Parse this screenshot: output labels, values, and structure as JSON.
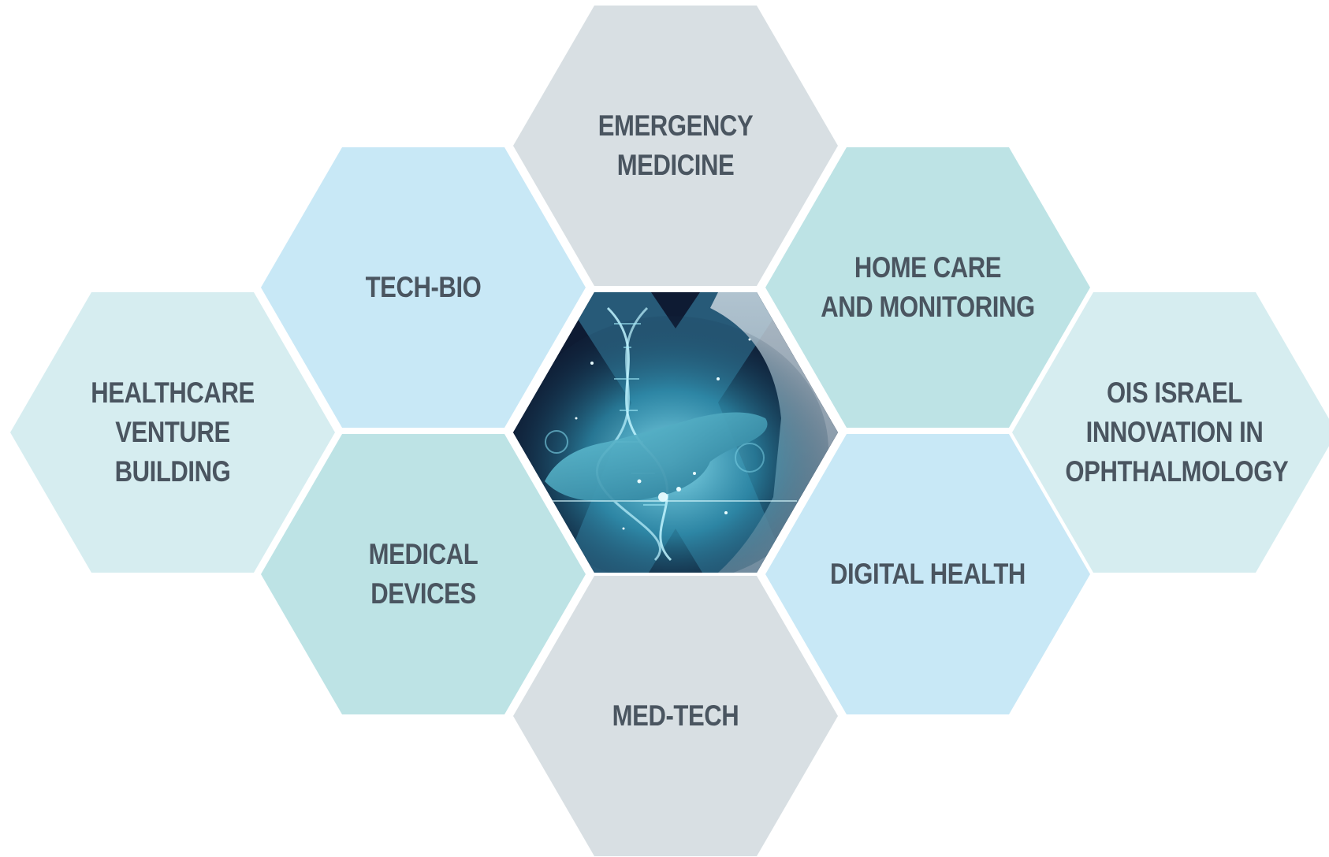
{
  "colors": {
    "text": "#4a5560",
    "gray": "#d8dfe3",
    "light_blue": "#c8e8f6",
    "teal": "#bde3e5",
    "pale_teal": "#d6edf0",
    "center_background": "#0e1b33"
  },
  "hexagons": [
    {
      "key": "emergency-medicine",
      "label": "EMERGENCY\nMEDICINE",
      "color": "#d8dfe3"
    },
    {
      "key": "tech-bio",
      "label": "TECH-BIO",
      "color": "#c8e8f6"
    },
    {
      "key": "home-care-monitoring",
      "label": "HOME CARE\nAND MONITORING",
      "color": "#bde3e5"
    },
    {
      "key": "healthcare-venture-building",
      "label": "HEALTHCARE\nVENTURE BUILDING",
      "color": "#d6edf0"
    },
    {
      "key": "ois-israel-ophthalmology",
      "label": "OIS ISRAEL\nINNOVATION IN\nOPHTHALMOLOGY",
      "color": "#d6edf0"
    },
    {
      "key": "medical-devices",
      "label": "MEDICAL DEVICES",
      "color": "#bde3e5"
    },
    {
      "key": "digital-health",
      "label": "DIGITAL HEALTH",
      "color": "#c8e8f6"
    },
    {
      "key": "med-tech",
      "label": "MED-TECH",
      "color": "#d8dfe3"
    }
  ],
  "center_image": {
    "icon": "hand-holding-dna-icon"
  }
}
